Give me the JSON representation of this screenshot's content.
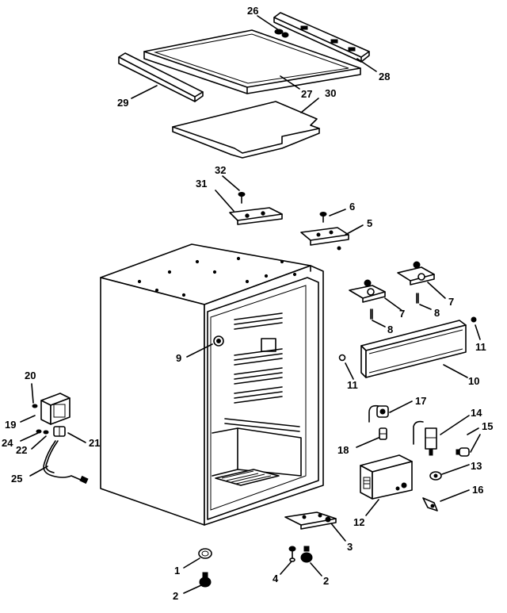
{
  "labels": {
    "p1": "1",
    "p2a": "2",
    "p2b": "2",
    "p3": "3",
    "p4": "4",
    "p5": "5",
    "p6": "6",
    "p7a": "7",
    "p7b": "7",
    "p8a": "8",
    "p8b": "8",
    "p9": "9",
    "p10": "10",
    "p11a": "11",
    "p11b": "11",
    "p12": "12",
    "p13": "13",
    "p14": "14",
    "p15": "15",
    "p16": "16",
    "p17": "17",
    "p18": "18",
    "p19": "19",
    "p20": "20",
    "p21": "21",
    "p22": "22",
    "p24": "24",
    "p25": "25",
    "p26": "26",
    "p27": "27",
    "p28": "28",
    "p29": "29",
    "p30": "30",
    "p31": "31",
    "p32": "32"
  }
}
